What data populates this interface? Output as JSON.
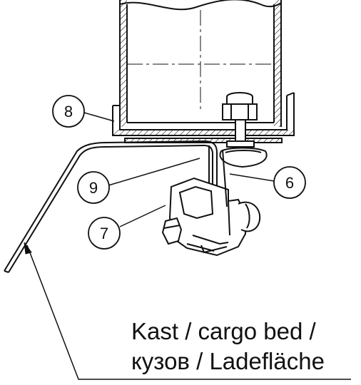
{
  "diagram": {
    "callouts": [
      {
        "id": "callout-8",
        "label": "8"
      },
      {
        "id": "callout-9",
        "label": "9"
      },
      {
        "id": "callout-6",
        "label": "6"
      },
      {
        "id": "callout-7",
        "label": "7"
      }
    ],
    "caption": {
      "line1": "Kast / cargo bed /",
      "line2": "кузов / Ladefläche"
    },
    "colors": {
      "stroke": "#111111",
      "background": "#ffffff"
    }
  }
}
